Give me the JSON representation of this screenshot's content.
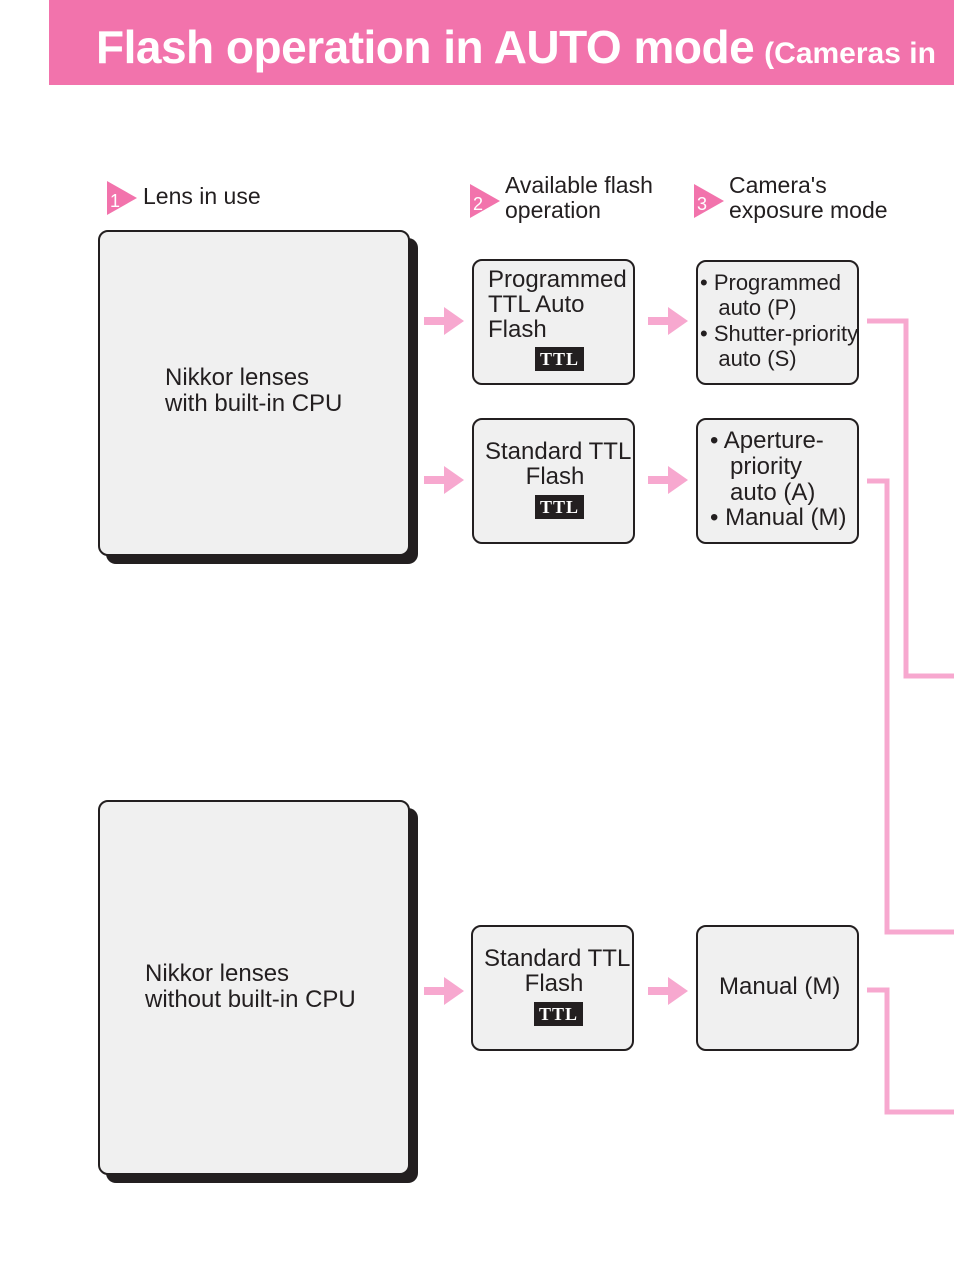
{
  "header": {
    "title": "Flash operation in AUTO mode",
    "subtitle": "(Cameras in"
  },
  "columns": [
    {
      "number": "1",
      "label": "Lens in use"
    },
    {
      "number": "2",
      "label": "Available flash\noperation"
    },
    {
      "number": "3",
      "label": "Camera's\nexposure mode"
    }
  ],
  "lenses": [
    {
      "label": "Nikkor lenses\nwith built-in CPU"
    },
    {
      "label": "Nikkor lenses\nwithout built-in CPU"
    }
  ],
  "flash_ops": [
    {
      "label": "Programmed\nTTL Auto\nFlash",
      "badge": "TTL"
    },
    {
      "label": "Standard TTL\nFlash",
      "badge": "TTL"
    },
    {
      "label": "Standard TTL\nFlash",
      "badge": "TTL"
    }
  ],
  "modes": [
    {
      "lines": [
        "• Programmed",
        "   auto (P)",
        "• Shutter-priority",
        "   auto (S)"
      ]
    },
    {
      "lines": [
        "• Aperture-",
        "   priority",
        "   auto (A)",
        "• Manual (M)"
      ]
    },
    {
      "lines": [
        "Manual (M)"
      ]
    }
  ],
  "colors": {
    "header_bg": "#f273ac",
    "marker": "#f273ac",
    "arrow": "#f7a8cf",
    "connector": "#f7a8cf",
    "box_fill": "#f0f0f0",
    "outline": "#231f20"
  },
  "icons": {
    "column_marker": "pink-triangle-marker-icon",
    "flow_arrow": "right-arrow-icon"
  }
}
